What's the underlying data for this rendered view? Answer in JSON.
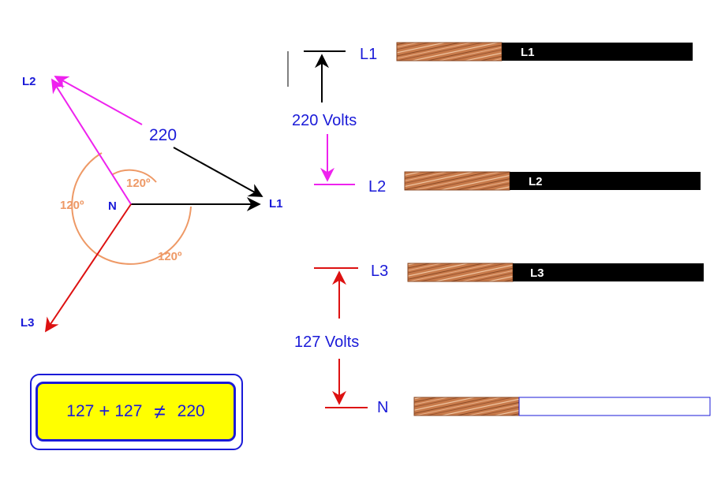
{
  "phasor": {
    "labels": {
      "l1": "L1",
      "l2": "L2",
      "l3": "L3",
      "n": "N"
    },
    "line_voltage": "220",
    "angles": [
      "120º",
      "120º",
      "120º"
    ]
  },
  "wires": [
    {
      "label_left": "L1",
      "label_jacket": "L1",
      "jacket_color": "#000000"
    },
    {
      "label_left": "L2",
      "label_jacket": "L2",
      "jacket_color": "#000000"
    },
    {
      "label_left": "L3",
      "label_jacket": "L3",
      "jacket_color": "#000000"
    },
    {
      "label_left": "N",
      "label_jacket": "",
      "jacket_color": "#ffffff"
    }
  ],
  "measurements": {
    "line_to_line": "220 Volts",
    "line_to_neutral": "127 Volts"
  },
  "formula": {
    "a": "127",
    "plus": "+",
    "b": "127",
    "neq": "≠",
    "c": "220"
  },
  "colors": {
    "blue_text": "#1a1ad8",
    "magenta": "#ee22ee",
    "red": "#dd1111",
    "orange_arc": "#ee9966",
    "copper": "#c87a4a",
    "highlight": "#ffff00"
  }
}
